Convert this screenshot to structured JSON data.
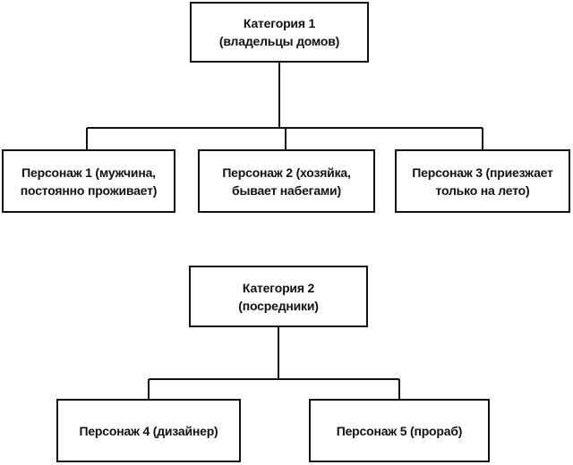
{
  "diagram": {
    "category1": {
      "line1": "Категория 1",
      "line2": "(владельцы домов)"
    },
    "character1": {
      "line1": "Персонаж 1 (мужчина,",
      "line2": "постоянно проживает)"
    },
    "character2": {
      "line1": "Персонаж 2 (хозяйка,",
      "line2": "бывает набегами)"
    },
    "character3": {
      "line1": "Персонаж 3 (приезжает",
      "line2": "только на лето)"
    },
    "category2": {
      "line1": "Категория 2",
      "line2": "(посредники)"
    },
    "character4": {
      "line1": "Персонаж 4 (дизайнер)"
    },
    "character5": {
      "line1": "Персонаж 5 (прораб)"
    }
  }
}
